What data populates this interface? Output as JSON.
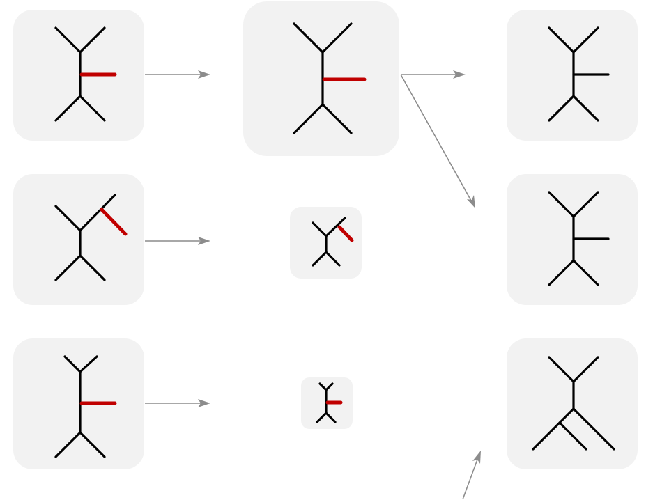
{
  "colors": {
    "tile_background": "#f2f2f2",
    "tree_stroke": "#000000",
    "highlight_branch": "#c00000",
    "connector_arrow": "#8c8c8c",
    "page_background": "#ffffff"
  },
  "tiles": [
    {
      "name": "input-tree-1",
      "highlighted_branch": true
    },
    {
      "name": "input-tree-2",
      "highlighted_branch": true
    },
    {
      "name": "input-tree-3",
      "highlighted_branch": true
    },
    {
      "name": "intermediate-tree-1",
      "highlighted_branch": true
    },
    {
      "name": "intermediate-tree-2",
      "highlighted_branch": true
    },
    {
      "name": "intermediate-tree-3",
      "highlighted_branch": true
    },
    {
      "name": "output-tree-1",
      "highlighted_branch": false
    },
    {
      "name": "output-tree-2",
      "highlighted_branch": false
    },
    {
      "name": "output-tree-3",
      "highlighted_branch": false
    }
  ],
  "connectors": [
    {
      "from": "input-tree-1",
      "to": "intermediate-tree-1"
    },
    {
      "from": "input-tree-2",
      "to": "intermediate-tree-2"
    },
    {
      "from": "input-tree-3",
      "to": "intermediate-tree-3"
    },
    {
      "from": "intermediate-tree-1",
      "to": "output-tree-1"
    },
    {
      "from": "intermediate-tree-1",
      "to": "output-tree-2"
    },
    {
      "from": "off-canvas-bottom",
      "to": "output-tree-3"
    }
  ]
}
